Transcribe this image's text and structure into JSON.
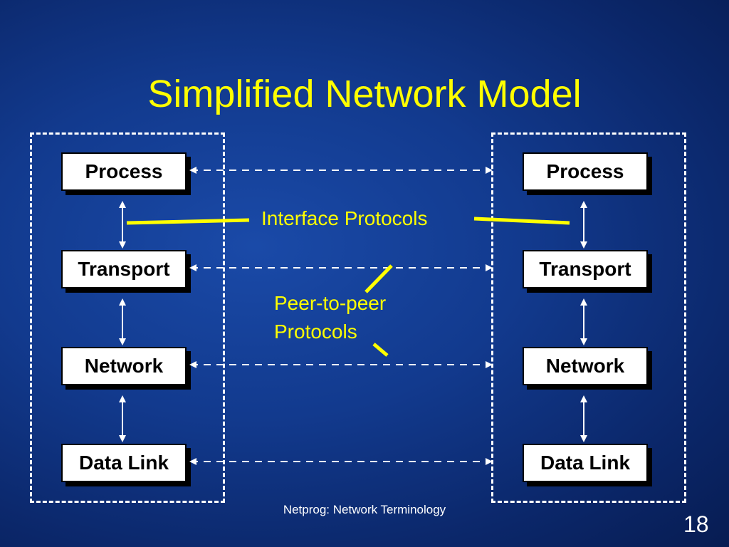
{
  "slide": {
    "title": "Simplified Network Model",
    "footer": "Netprog:  Network Terminology",
    "page_number": "18",
    "colors": {
      "background": "#123a8e",
      "title": "#ffff00",
      "annotation": "#ffff00",
      "box": "#ffffff",
      "lines": "#ffffff"
    }
  },
  "left_stack": {
    "layers": [
      "Process",
      "Transport",
      "Network",
      "Data Link"
    ]
  },
  "right_stack": {
    "layers": [
      "Process",
      "Transport",
      "Network",
      "Data Link"
    ]
  },
  "annotations": {
    "interface": "Interface Protocols",
    "peer_line1": "Peer-to-peer",
    "peer_line2": "Protocols"
  }
}
